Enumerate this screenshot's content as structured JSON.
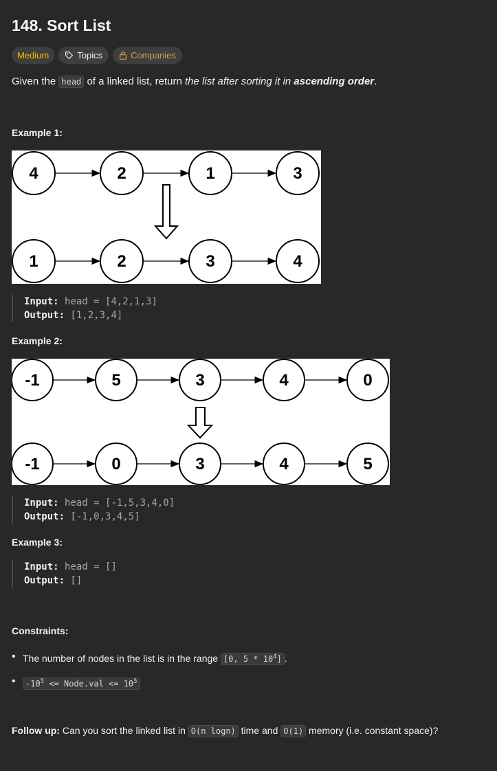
{
  "problem": {
    "title": "148. Sort List",
    "tags": {
      "difficulty": "Medium",
      "topics": "Topics",
      "companies": "Companies"
    },
    "description": {
      "prefix": "Given the ",
      "code": "head",
      "middle": " of a linked list, return ",
      "italic": "the list after sorting it in ",
      "bold_italic": "ascending order",
      "suffix": "."
    }
  },
  "examples": [
    {
      "title": "Example 1:",
      "input_label": "Input:",
      "input_value": "head = [4,2,1,3]",
      "output_label": "Output:",
      "output_value": "[1,2,3,4]",
      "diagram": {
        "top": [
          "4",
          "2",
          "1",
          "3"
        ],
        "bottom": [
          "1",
          "2",
          "3",
          "4"
        ]
      }
    },
    {
      "title": "Example 2:",
      "input_label": "Input:",
      "input_value": "head = [-1,5,3,4,0]",
      "output_label": "Output:",
      "output_value": "[-1,0,3,4,5]",
      "diagram": {
        "top": [
          "-1",
          "5",
          "3",
          "4",
          "0"
        ],
        "bottom": [
          "-1",
          "0",
          "3",
          "4",
          "5"
        ]
      }
    },
    {
      "title": "Example 3:",
      "input_label": "Input:",
      "input_value": "head = []",
      "output_label": "Output:",
      "output_value": "[]"
    }
  ],
  "constraints": {
    "title": "Constraints:",
    "item1_prefix": "The number of nodes in the list is in the range ",
    "item1_code": "[0, 5 * 10",
    "item1_sup": "4",
    "item1_code_end": "]",
    "item1_suffix": ".",
    "item2_code_a": "-10",
    "item2_sup_a": "5",
    "item2_code_b": " <= Node.val <= 10",
    "item2_sup_b": "5"
  },
  "follow_up": {
    "label": "Follow up:",
    "text1": " Can you sort the linked list in ",
    "code1": "O(n logn)",
    "text2": " time and ",
    "code2": "O(1)",
    "text3": " memory (i.e. constant space)?"
  },
  "colors": {
    "background": "#282828",
    "difficulty_medium": "#ffb800",
    "companies": "#c9a14a",
    "tag_bg": "#3e3e3e"
  }
}
